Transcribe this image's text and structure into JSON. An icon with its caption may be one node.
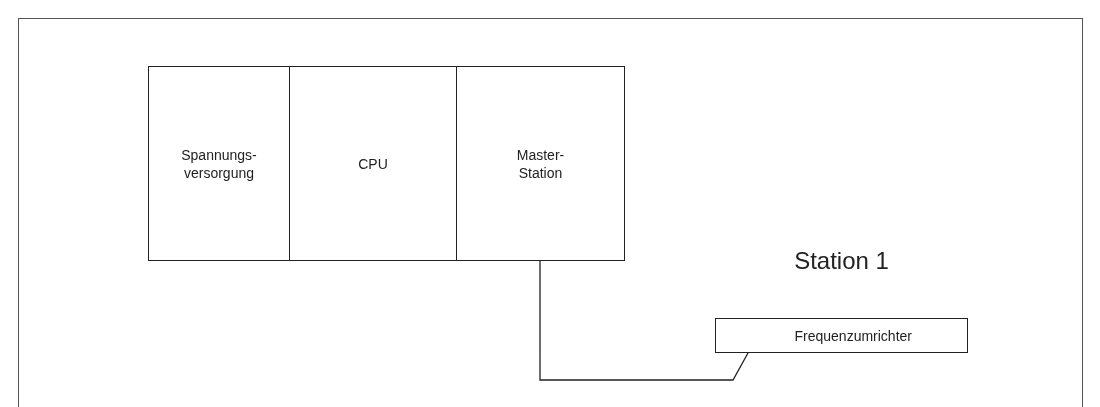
{
  "diagram": {
    "nodes": [
      {
        "text": [
          "Spannungs- versorgung"
        ]
      },
      {
        "text": [
          "CPU"
        ]
      },
      {
        "text": [
          "Master- Station"
        ]
      },
      {
        "text": [
          "Station 1",
          "Frequenzumrichter"
        ]
      }
    ],
    "edges": [
      {
        "from": 2,
        "to": 3,
        "arrow": "none"
      }
    ]
  }
}
